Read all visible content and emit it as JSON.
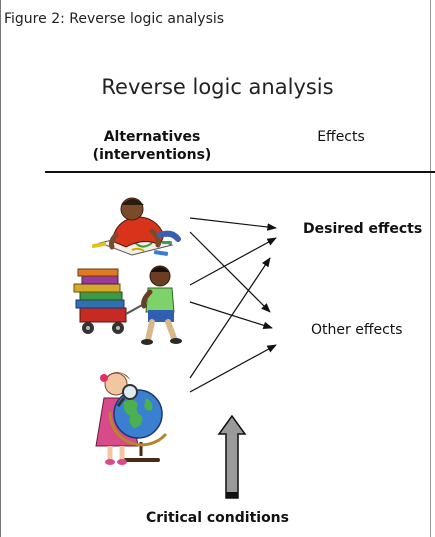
{
  "figure": {
    "caption": "Figure 2: Reverse logic analysis",
    "title": "Reverse logic analysis"
  },
  "columns": {
    "alternatives": "Alternatives\n(interventions)",
    "effects": "Effects"
  },
  "effects": {
    "desired": "Desired effects",
    "other": "Other effects"
  },
  "conditions": {
    "label": "Critical conditions"
  },
  "icons": {
    "alternative_1": "child-drawing-clipart",
    "alternative_2": "child-with-books-wagon-clipart",
    "alternative_3": "child-with-globe-clipart",
    "condition_arrow": "up-arrow-icon"
  },
  "colors": {
    "arrow": "#111111",
    "condition_arrow_fill": "#9a9a9a",
    "rule": "#111111"
  }
}
